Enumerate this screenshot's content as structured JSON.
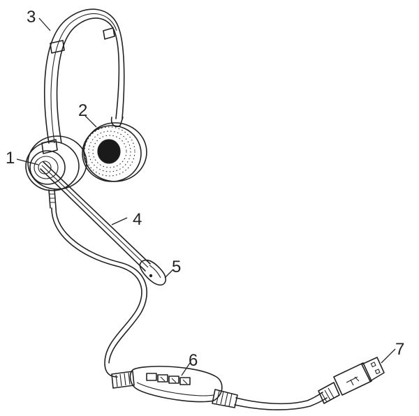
{
  "figure": {
    "callouts": [
      {
        "id": "ear-cushion-left",
        "label": "1"
      },
      {
        "id": "ear-cushion-right",
        "label": "2"
      },
      {
        "id": "headband",
        "label": "3"
      },
      {
        "id": "microphone-boom",
        "label": "4"
      },
      {
        "id": "microphone",
        "label": "5"
      },
      {
        "id": "inline-control",
        "label": "6"
      },
      {
        "id": "usb-connector",
        "label": "7"
      }
    ]
  },
  "colors": {
    "line": "#222222",
    "background": "#ffffff",
    "cushion_fill": "#f7f7f7",
    "speaker_center": "#1a1a1a"
  }
}
